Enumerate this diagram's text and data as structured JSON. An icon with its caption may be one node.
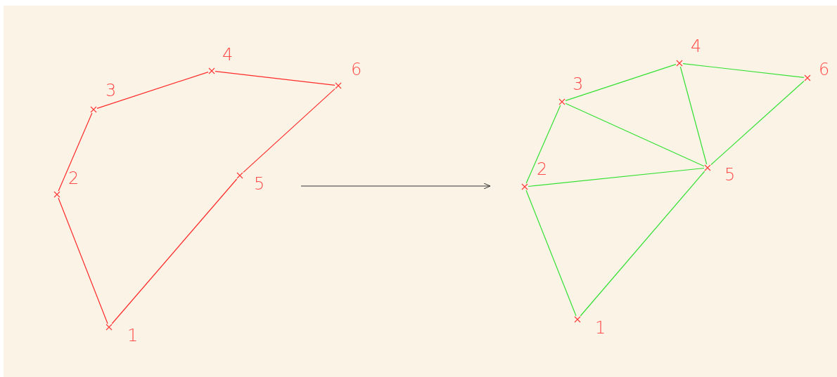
{
  "diagram": {
    "nodes": [
      {
        "text": [],
        "shape": "cross",
        "beside": [
          "1"
        ]
      },
      {
        "text": [],
        "shape": "cross",
        "beside": [
          "2"
        ]
      },
      {
        "text": [],
        "shape": "cross",
        "beside": [
          "3"
        ]
      },
      {
        "text": [],
        "shape": "cross",
        "beside": [
          "4"
        ]
      },
      {
        "text": [],
        "shape": "cross",
        "beside": [
          "5"
        ]
      },
      {
        "text": [],
        "shape": "cross",
        "beside": [
          "6"
        ]
      },
      {
        "text": [],
        "shape": "cross",
        "beside": [
          "3"
        ]
      },
      {
        "text": [],
        "shape": "cross",
        "beside": [
          "4"
        ]
      },
      {
        "text": [],
        "shape": "cross",
        "beside": [
          "6"
        ]
      },
      {
        "text": [],
        "shape": "cross",
        "beside": [
          "2"
        ]
      },
      {
        "text": [],
        "shape": "cross",
        "beside": [
          "5"
        ]
      },
      {
        "text": [],
        "shape": "cross",
        "beside": [
          "1"
        ]
      }
    ],
    "edges": [
      {
        "from": 0,
        "to": 1,
        "arrow": "none",
        "color": "#ff2a2a"
      },
      {
        "from": 1,
        "to": 2,
        "arrow": "none",
        "color": "#ff2a2a"
      },
      {
        "from": 2,
        "to": 3,
        "arrow": "none",
        "color": "#ff2a2a"
      },
      {
        "from": 3,
        "to": 5,
        "arrow": "none",
        "color": "#ff2a2a"
      },
      {
        "from": 5,
        "to": 4,
        "arrow": "none",
        "color": "#ff2a2a"
      },
      {
        "from": 4,
        "to": 0,
        "arrow": "none",
        "color": "#ff2a2a"
      },
      {
        "from": 11,
        "to": 9,
        "arrow": "none"
      },
      {
        "from": 9,
        "to": 6,
        "arrow": "none"
      },
      {
        "from": 6,
        "to": 7,
        "arrow": "none"
      },
      {
        "from": 7,
        "to": 8,
        "arrow": "none"
      },
      {
        "from": 8,
        "to": 10,
        "arrow": "none"
      },
      {
        "from": 10,
        "to": 11,
        "arrow": "none"
      },
      {
        "from": 6,
        "to": 10,
        "arrow": "none"
      },
      {
        "from": 7,
        "to": 10,
        "arrow": "none"
      },
      {
        "from": 9,
        "to": 10,
        "arrow": "none"
      }
    ]
  }
}
